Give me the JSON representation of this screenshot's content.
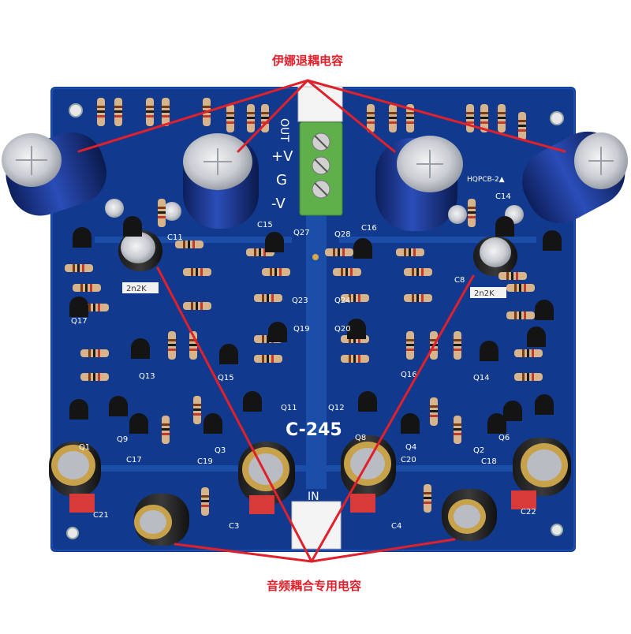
{
  "annotations": {
    "top_caption": "伊娜退耦电容",
    "bottom_caption": "音频耦合专用电容"
  },
  "board": {
    "title": "C-245",
    "part_no": "HQPCB-2▲",
    "silkscreen": {
      "out": "OUT",
      "pos_v": "+V",
      "gnd": "G",
      "neg_v": "-V",
      "input": "IN",
      "cap_value": "2n2K",
      "cap_value_mirror": "2n2K"
    },
    "labels": [
      "C11",
      "C15",
      "Q27",
      "C16",
      "Q28",
      "C14",
      "C8",
      "Q23",
      "Q19",
      "Q24",
      "Q20",
      "Q17",
      "Q13",
      "Q15",
      "Q16",
      "Q14",
      "Q11",
      "Q12",
      "Q9",
      "Q1",
      "C17",
      "Q3",
      "C19",
      "Q8",
      "Q4",
      "C20",
      "Q6",
      "Q2",
      "C18",
      "C3",
      "C4",
      "C21",
      "C22"
    ]
  },
  "colors": {
    "pcb": "#113a8f",
    "pcb_trace": "#1a4ea8",
    "annotation": "#e0202a",
    "terminal": "#5fb04a",
    "connector": "#f4f4f4"
  }
}
